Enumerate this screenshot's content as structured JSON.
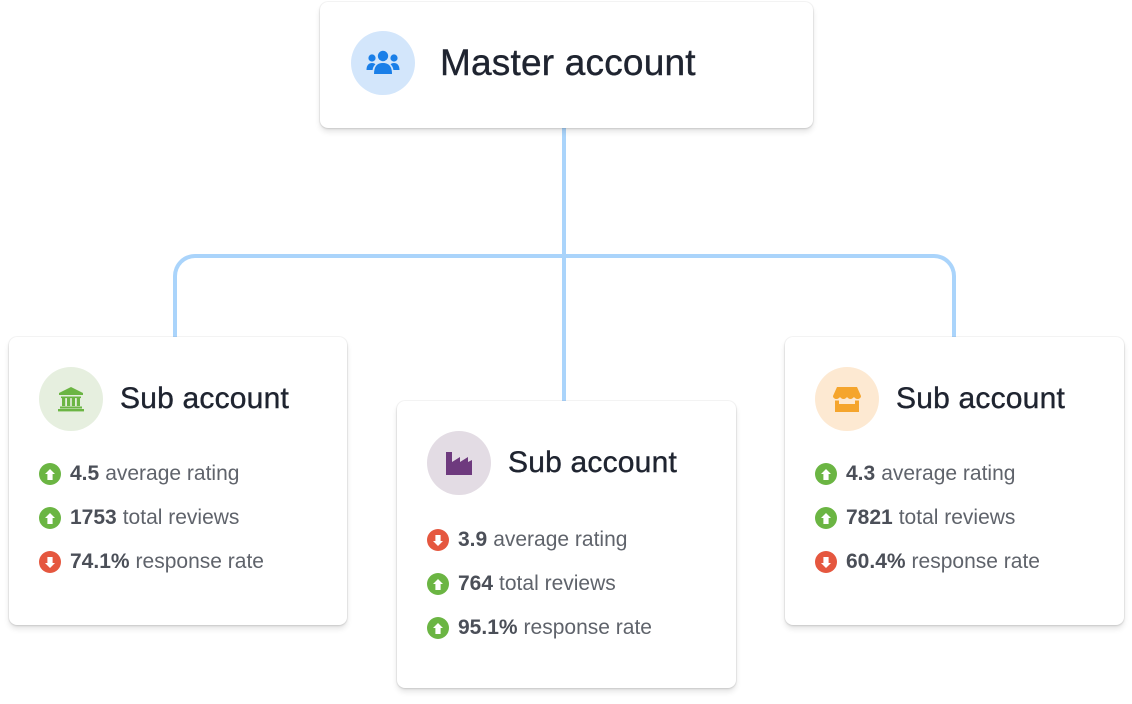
{
  "colors": {
    "connector": "#aad4fb",
    "up": "#6bb543",
    "down": "#e5573f",
    "title": "#1f2430"
  },
  "master": {
    "title": "Master account",
    "icon": "users-group-icon",
    "icon_color": "#1a7fe8",
    "badge_bg": "#d3e6fb"
  },
  "subs": [
    {
      "title": "Sub account",
      "icon": "bank-building-icon",
      "icon_color": "#6bb543",
      "badge_bg": "#e6efdf",
      "stats": [
        {
          "trend": "up",
          "value": "4.5",
          "label": "average rating"
        },
        {
          "trend": "up",
          "value": "1753",
          "label": "total reviews"
        },
        {
          "trend": "down",
          "value": "74.1%",
          "label": "response rate"
        }
      ]
    },
    {
      "title": "Sub account",
      "icon": "factory-icon",
      "icon_color": "#6e3a7e",
      "badge_bg": "#e3dce4",
      "stats": [
        {
          "trend": "down",
          "value": "3.9",
          "label": "average rating"
        },
        {
          "trend": "up",
          "value": "764",
          "label": "total reviews"
        },
        {
          "trend": "up",
          "value": "95.1%",
          "label": "response rate"
        }
      ]
    },
    {
      "title": "Sub account",
      "icon": "storefront-icon",
      "icon_color": "#f5a52d",
      "badge_bg": "#fde9d2",
      "stats": [
        {
          "trend": "up",
          "value": "4.3",
          "label": "average rating"
        },
        {
          "trend": "up",
          "value": "7821",
          "label": "total reviews"
        },
        {
          "trend": "down",
          "value": "60.4%",
          "label": "response rate"
        }
      ]
    }
  ]
}
